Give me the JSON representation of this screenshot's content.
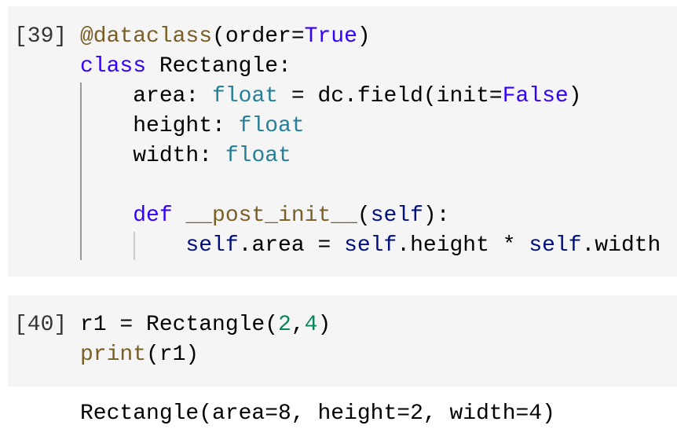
{
  "cells": [
    {
      "prompt": "[39]",
      "lines": [
        [
          [
            "@dataclass",
            "deco"
          ],
          [
            "(order=",
            "plain"
          ],
          [
            "True",
            "const"
          ],
          [
            ")",
            "plain"
          ]
        ],
        [
          [
            "class",
            "kw"
          ],
          [
            " Rectangle:",
            "plain"
          ]
        ],
        [
          [
            "    area: ",
            "plain"
          ],
          [
            "float",
            "type"
          ],
          [
            " = dc.field(init=",
            "plain"
          ],
          [
            "False",
            "const"
          ],
          [
            ")",
            "plain"
          ]
        ],
        [
          [
            "    height: ",
            "plain"
          ],
          [
            "float",
            "type"
          ]
        ],
        [
          [
            "    width: ",
            "plain"
          ],
          [
            "float",
            "type"
          ]
        ],
        [],
        [
          [
            "    ",
            "plain"
          ],
          [
            "def",
            "kw"
          ],
          [
            " ",
            "plain"
          ],
          [
            "__post_init__",
            "fn"
          ],
          [
            "(",
            "plain"
          ],
          [
            "self",
            "self"
          ],
          [
            "):",
            "plain"
          ]
        ],
        [
          [
            "        ",
            "plain"
          ],
          [
            "self",
            "self"
          ],
          [
            ".area = ",
            "plain"
          ],
          [
            "self",
            "self"
          ],
          [
            ".height * ",
            "plain"
          ],
          [
            "self",
            "self"
          ],
          [
            ".width",
            "plain"
          ]
        ]
      ]
    },
    {
      "prompt": "[40]",
      "lines": [
        [
          [
            "r1 = Rectangle(",
            "plain"
          ],
          [
            "2",
            "num"
          ],
          [
            ",",
            "plain"
          ],
          [
            "4",
            "num"
          ],
          [
            ")",
            "plain"
          ]
        ],
        [
          [
            "print",
            "fn"
          ],
          [
            "(r1)",
            "plain"
          ]
        ]
      ]
    }
  ],
  "output": "Rectangle(area=8, height=2, width=4)"
}
